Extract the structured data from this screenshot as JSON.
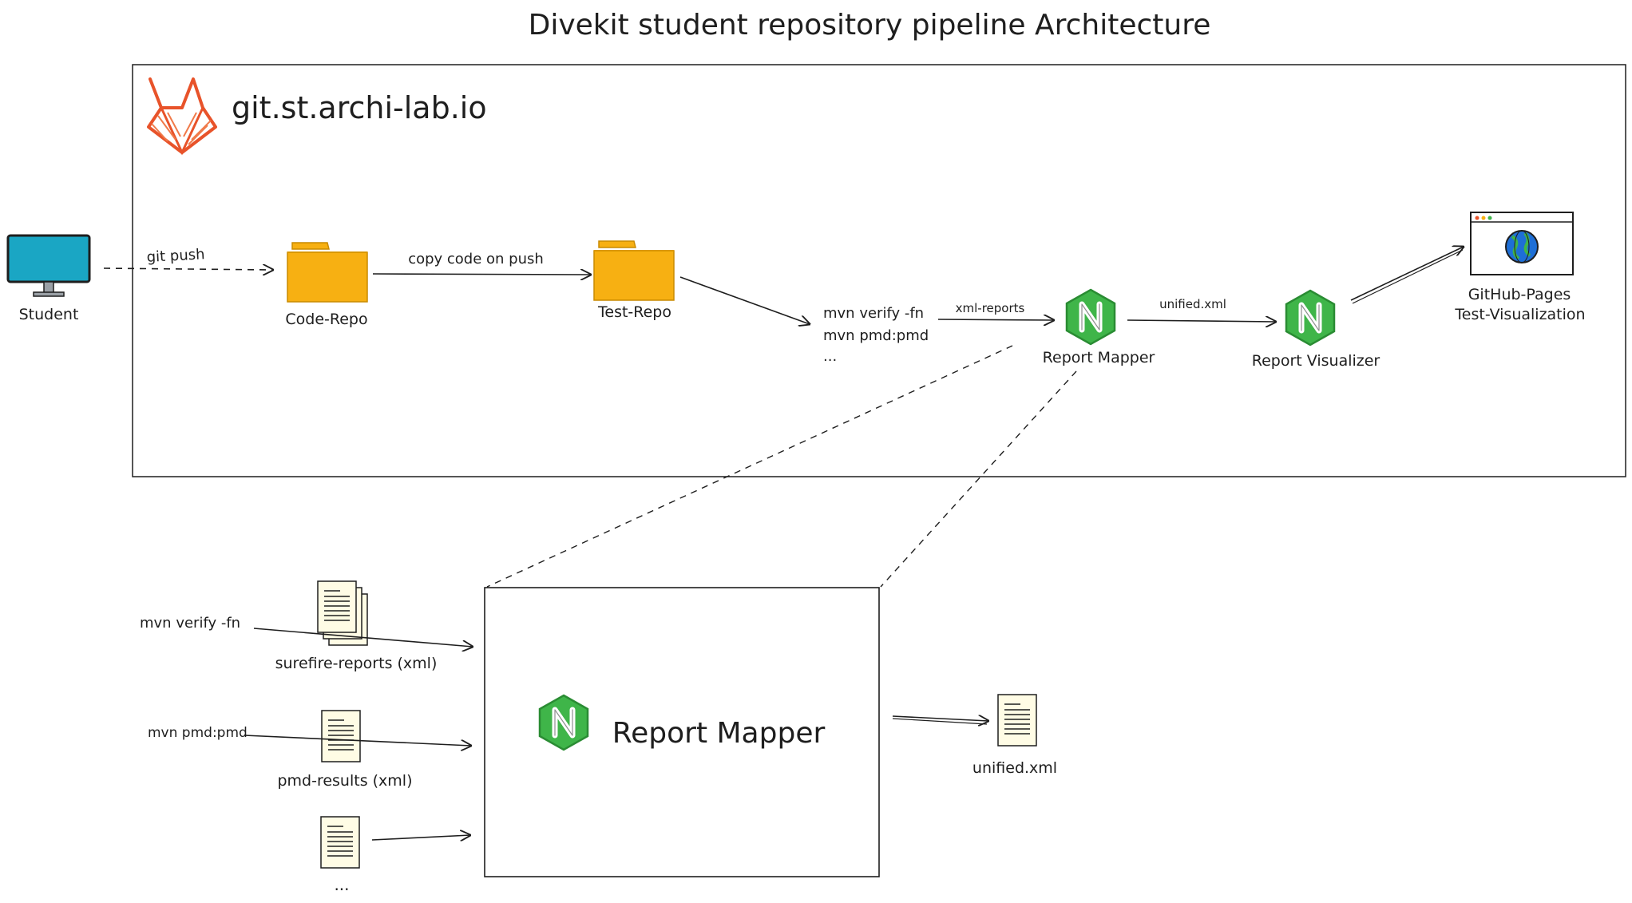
{
  "title": "Divekit student repository pipeline Architecture",
  "host_label": "git.st.archi-lab.io",
  "nodes": {
    "student": "Student",
    "code_repo": "Code-Repo",
    "test_repo": "Test-Repo",
    "report_mapper": "Report Mapper",
    "report_visualizer": "Report Visualizer",
    "github_pages_line1": "GitHub-Pages",
    "github_pages_line2": "Test-Visualization"
  },
  "edges": {
    "git_push": "git push",
    "copy_code": "copy code on push",
    "commands_line1": "mvn verify -fn",
    "commands_line2": "mvn pmd:pmd",
    "commands_line3": "...",
    "xml_reports": "xml-reports",
    "unified_xml": "unified.xml"
  },
  "detail": {
    "box_label": "Report Mapper",
    "input1_cmd": "mvn verify -fn",
    "input1_doc": "surefire-reports (xml)",
    "input2_cmd": "mvn pmd:pmd",
    "input2_doc": "pmd-results (xml)",
    "input3_doc": "...",
    "output_doc": "unified.xml"
  },
  "colors": {
    "gitlab_orange": "#e8532a",
    "folder_yellow": "#f7b012",
    "monitor_blue": "#1aa6c4",
    "nginx_green": "#3fb549",
    "globe_blue": "#1e6fd6",
    "doc_fill": "#fffce5"
  },
  "icons": {
    "gitlab": "gitlab-logo-icon",
    "monitor": "monitor-icon",
    "folder": "folder-icon",
    "service": "nginx-n-hexagon-icon",
    "browser": "browser-window-globe-icon",
    "document": "document-icon"
  }
}
